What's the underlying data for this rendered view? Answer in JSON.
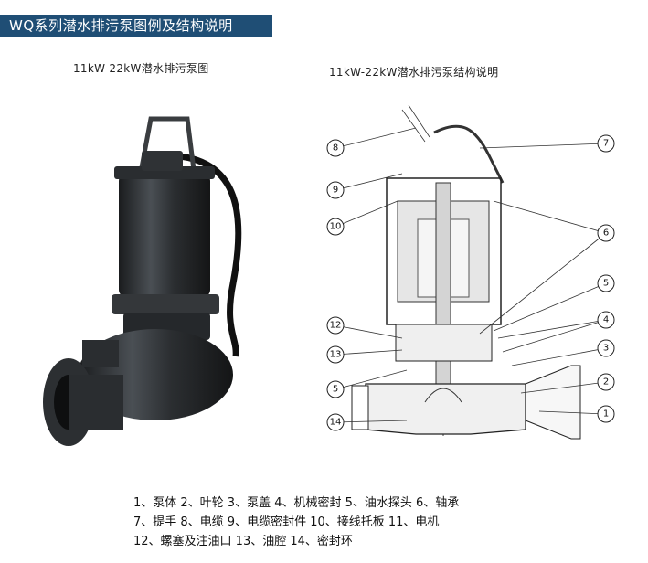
{
  "header": {
    "title": "WQ系列潜水排污泵图例及结构说明"
  },
  "captions": {
    "left": "11kW-22kW潜水排污泵图",
    "right": "11kW-22kW潜水排污泵结构说明"
  },
  "callouts": [
    "8",
    "9",
    "10",
    "12",
    "13",
    "5",
    "14",
    "7",
    "6",
    "5",
    "4",
    "3",
    "2",
    "1"
  ],
  "legend": {
    "line1": "1、泵体  2、叶轮  3、泵盖  4、机械密封  5、油水探头  6、轴承",
    "line2": "7、提手  8、电缆  9、电缆密封件  10、接线托板  11、电机",
    "line3": "12、螺塞及注油口  13、油腔  14、密封环"
  },
  "colors": {
    "banner": "#1f4e75",
    "pump_body": "#2a2d30"
  }
}
